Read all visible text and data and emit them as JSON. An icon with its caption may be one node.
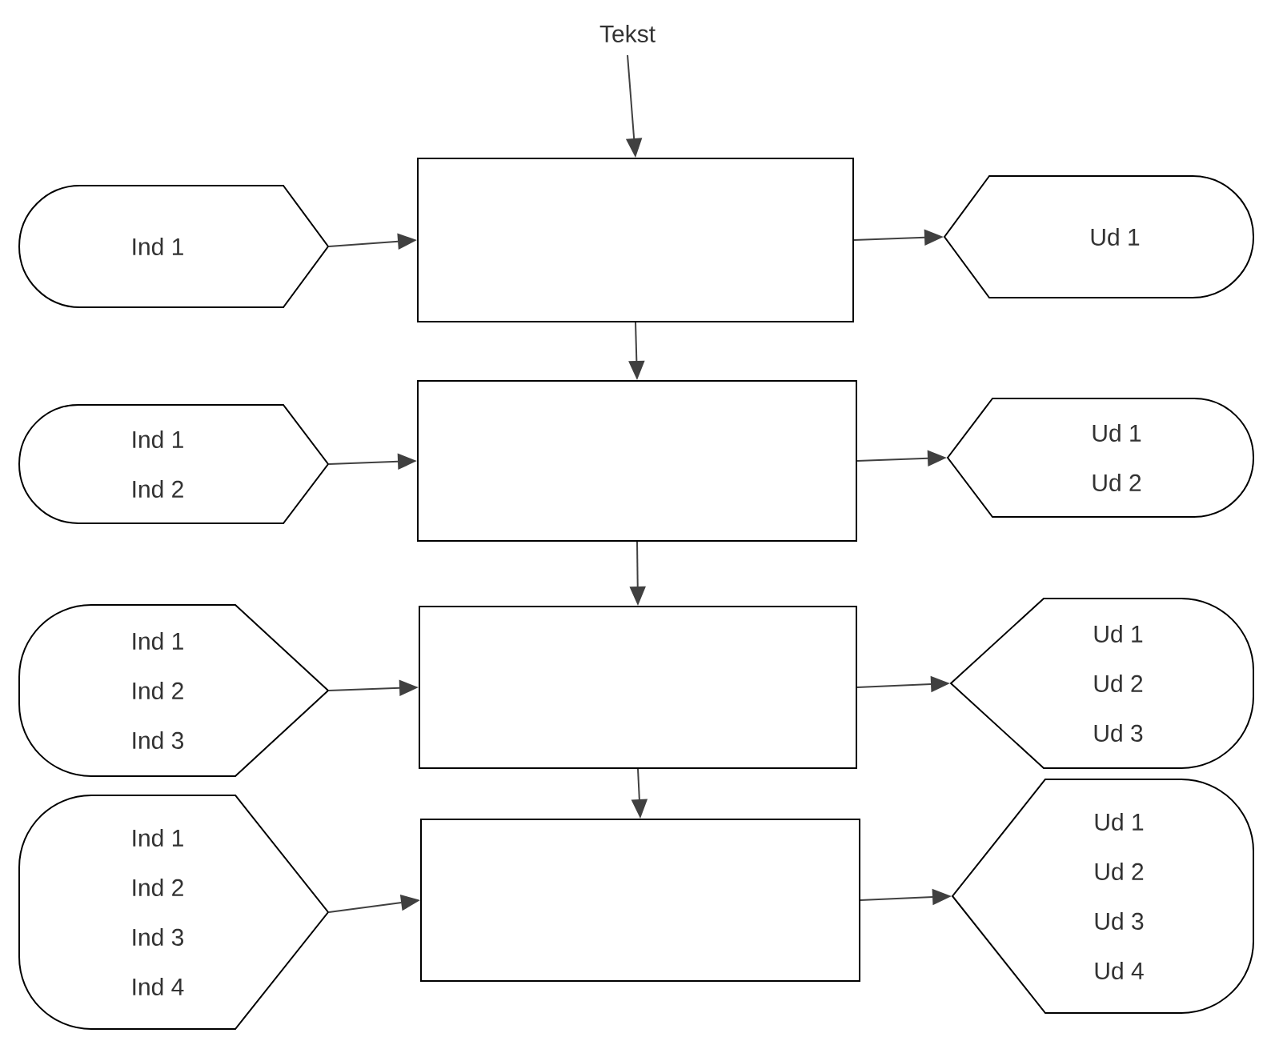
{
  "diagram": {
    "nodes": [
      {
        "text": [
          "Tekst"
        ]
      },
      {
        "text": [
          "Ind 1"
        ]
      },
      {
        "text": [],
        "shape": "box"
      },
      {
        "text": [
          "Ud 1"
        ]
      },
      {
        "text": [
          "Ind 1",
          "Ind 2"
        ]
      },
      {
        "text": [],
        "shape": "box"
      },
      {
        "text": [
          "Ud 1",
          "Ud 2"
        ]
      },
      {
        "text": [
          "Ind 1",
          "Ind 2",
          "Ind 3"
        ]
      },
      {
        "text": [],
        "shape": "box"
      },
      {
        "text": [
          "Ud 1",
          "Ud 2",
          "Ud 3"
        ]
      },
      {
        "text": [
          "Ind 1",
          "Ind 2",
          "Ind 3",
          "Ind 4"
        ]
      },
      {
        "text": [],
        "shape": "box"
      },
      {
        "text": [
          "Ud 1",
          "Ud 2",
          "Ud 3",
          "Ud 4"
        ]
      }
    ],
    "edges": [
      {
        "from": 0,
        "to": 2,
        "arrow": "to"
      },
      {
        "from": 1,
        "to": 2,
        "arrow": "to"
      },
      {
        "from": 2,
        "to": 3,
        "arrow": "to"
      },
      {
        "from": 2,
        "to": 5,
        "arrow": "to"
      },
      {
        "from": 4,
        "to": 5,
        "arrow": "to"
      },
      {
        "from": 5,
        "to": 6,
        "arrow": "to"
      },
      {
        "from": 5,
        "to": 8,
        "arrow": "to"
      },
      {
        "from": 7,
        "to": 8,
        "arrow": "to"
      },
      {
        "from": 8,
        "to": 9,
        "arrow": "to"
      },
      {
        "from": 8,
        "to": 11,
        "arrow": "to"
      },
      {
        "from": 10,
        "to": 11,
        "arrow": "to"
      },
      {
        "from": 11,
        "to": 12,
        "arrow": "to"
      }
    ]
  }
}
